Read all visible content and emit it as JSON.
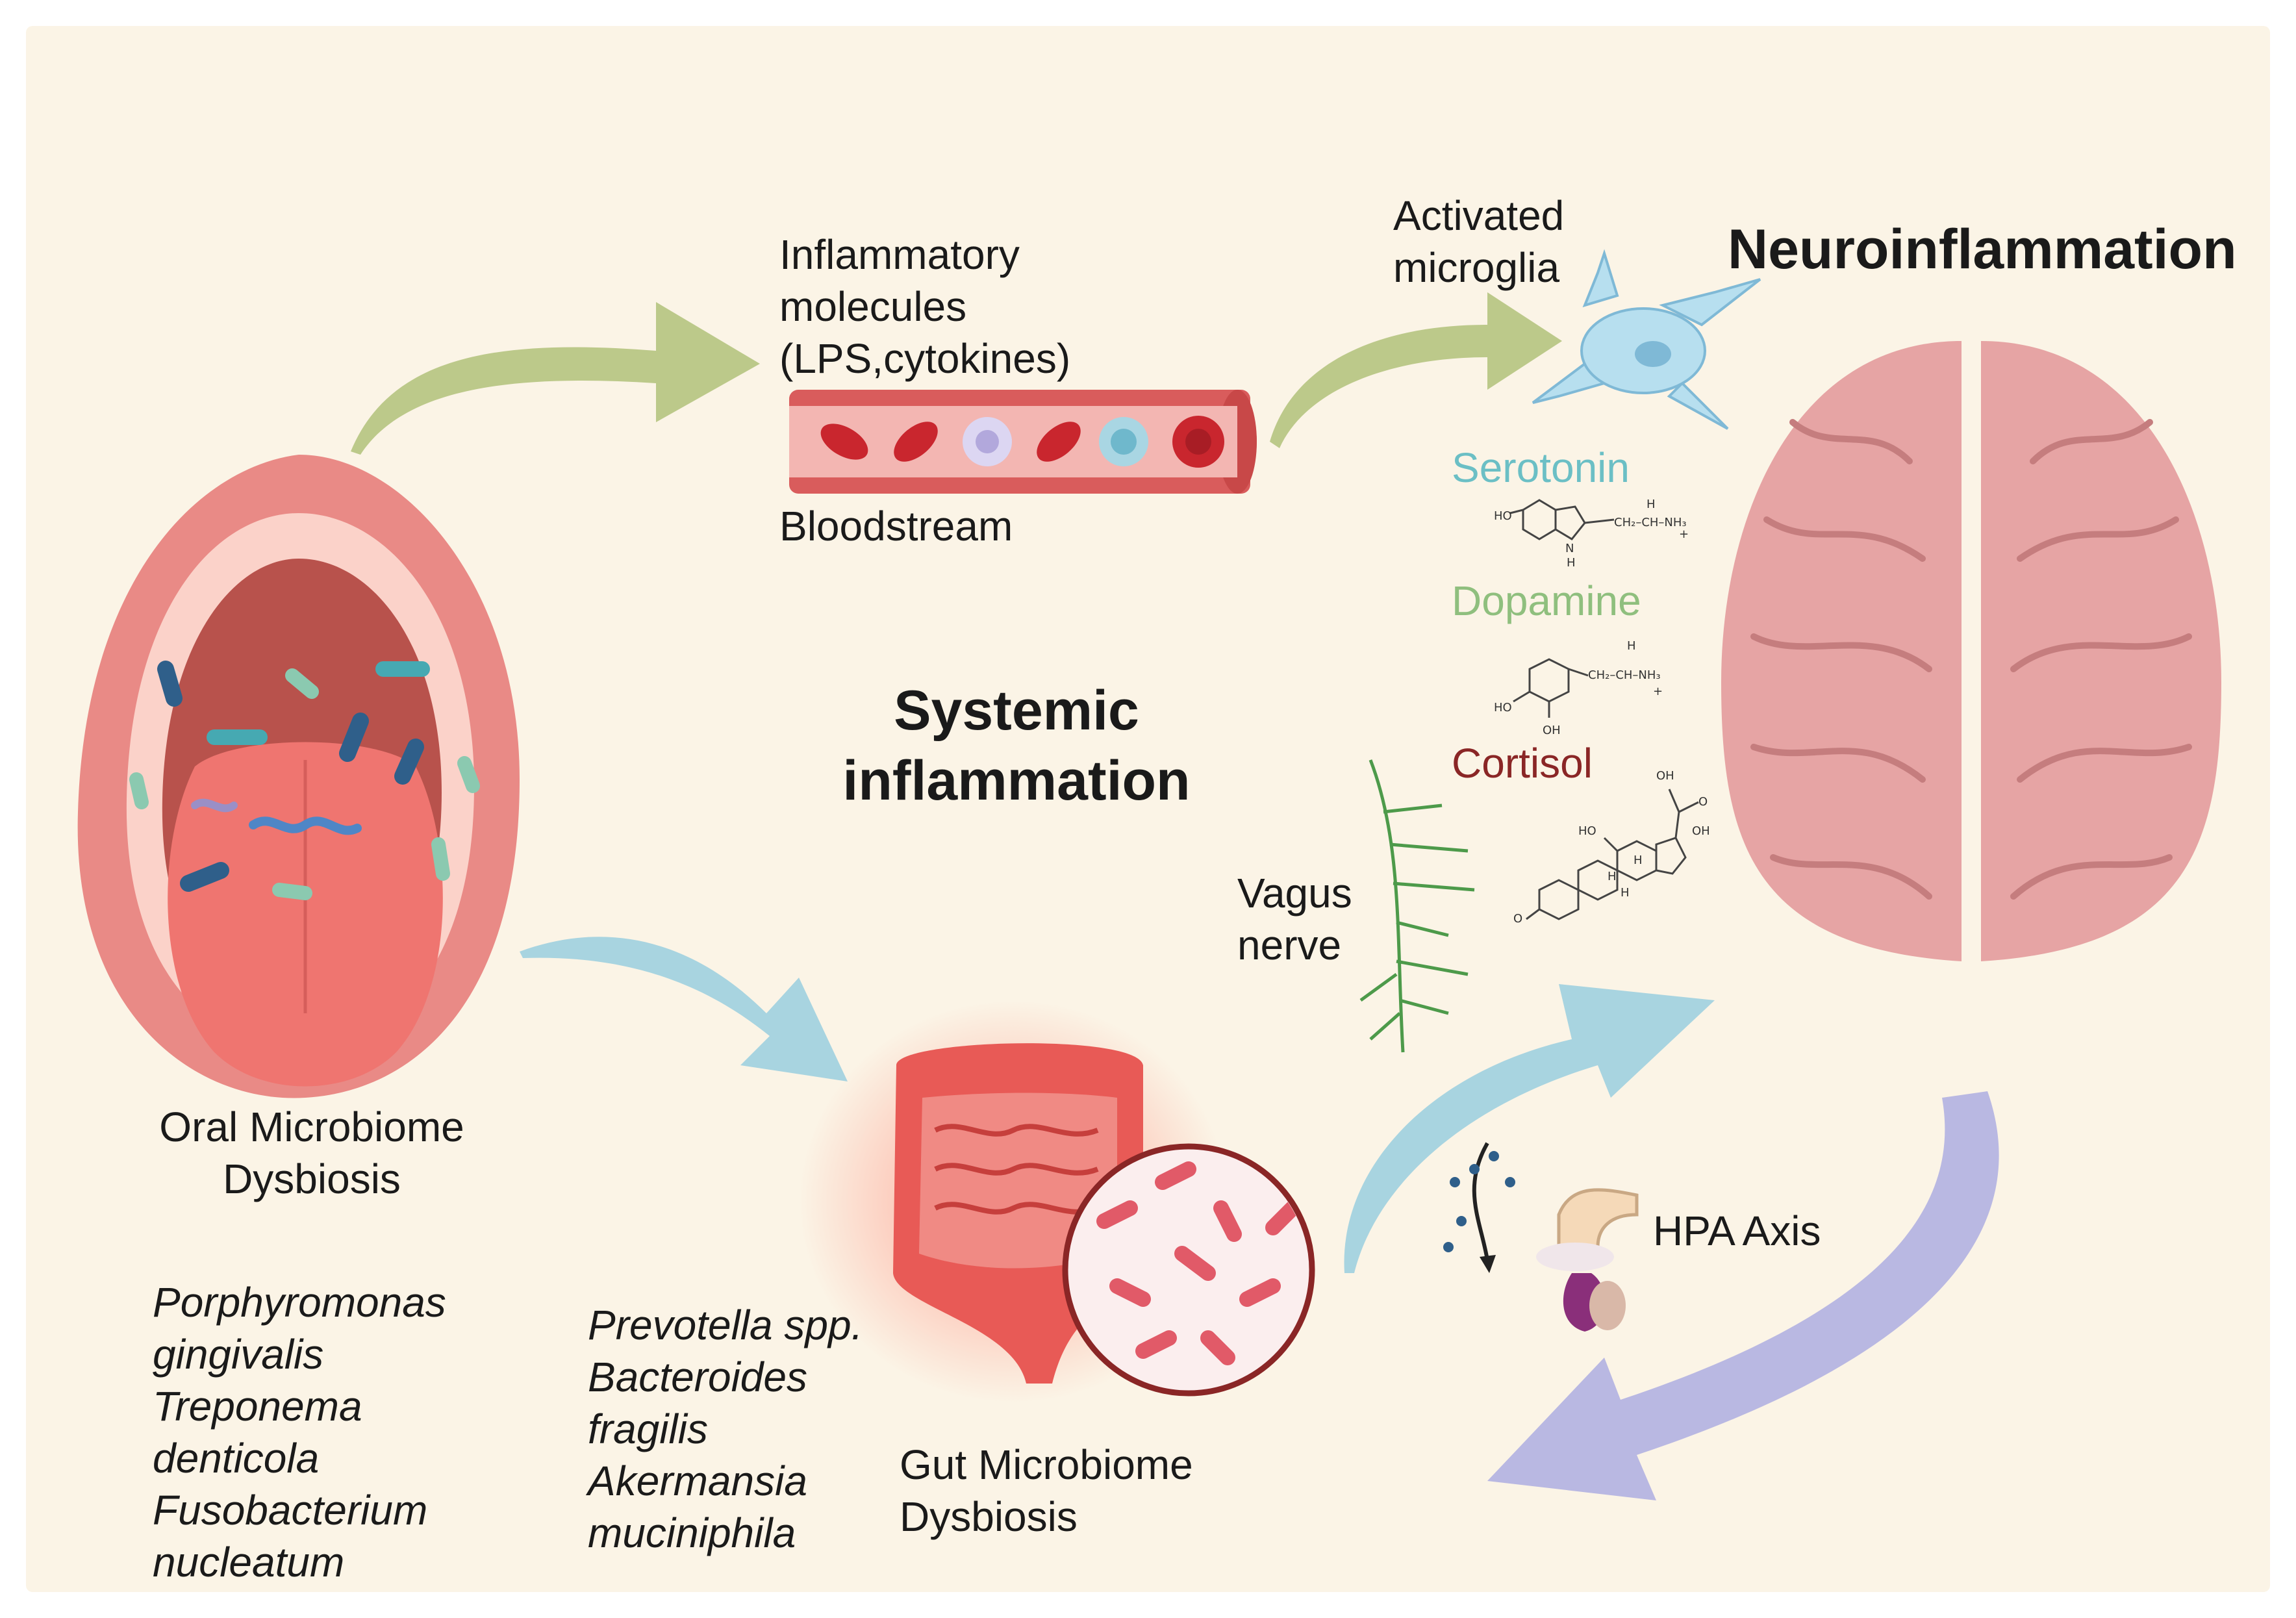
{
  "colors": {
    "background": "#fbf4e6",
    "arrow_green": "#bcc98a",
    "arrow_blue": "#a8d4e0",
    "arrow_purple": "#b9b8e2",
    "serotonin": "#6bbfc5",
    "dopamine": "#8fbf7e",
    "cortisol": "#8a2626",
    "vessel": "#e07a7a",
    "mouth": "#e98a86",
    "brain": "#e6a4a4",
    "microglia": "#b7dfef",
    "vagus": "#4d9a4a"
  },
  "labels": {
    "inflammatory": [
      "Inflammatory",
      "molecules",
      "(LPS,cytokines)"
    ],
    "bloodstream": "Bloodstream",
    "microglia": [
      "Activated",
      "microglia"
    ],
    "neuro": "Neuroinflammation",
    "systemic": [
      "Systemic",
      "inflammation"
    ],
    "serotonin": "Serotonin",
    "dopamine": "Dopamine",
    "cortisol": "Cortisol",
    "vagus": [
      "Vagus",
      "nerve"
    ],
    "oral": [
      "Oral Microbiome",
      "Dysbiosis"
    ],
    "gut": [
      "Gut Microbiome",
      "Dysbiosis"
    ],
    "hpa": "HPA Axis"
  },
  "species": {
    "oral": [
      "Porphyromonas",
      "gingivalis",
      "Treponema",
      "denticola",
      "Fusobacterium",
      "nucleatum"
    ],
    "gut": [
      "Prevotella spp.",
      "Bacteroides",
      "fragilis",
      "Akermansia",
      "muciniphila"
    ]
  },
  "chem": {
    "serotonin": {
      "ho": "HO",
      "n": "N",
      "h": "H",
      "chain": "CH₂–CH–NH₃",
      "h_top": "H",
      "plus": "+"
    },
    "dopamine": {
      "ho1": "HO",
      "oh": "OH",
      "h": "H",
      "chain": "CH₂–CH–NH₃",
      "plus": "+"
    },
    "cortisol": {
      "oh_top": "OH",
      "o_ket": "O",
      "ho": "HO",
      "oh_side": "OH",
      "o_ring": "O",
      "h1": "H",
      "h2": "H",
      "h3": "H"
    }
  }
}
